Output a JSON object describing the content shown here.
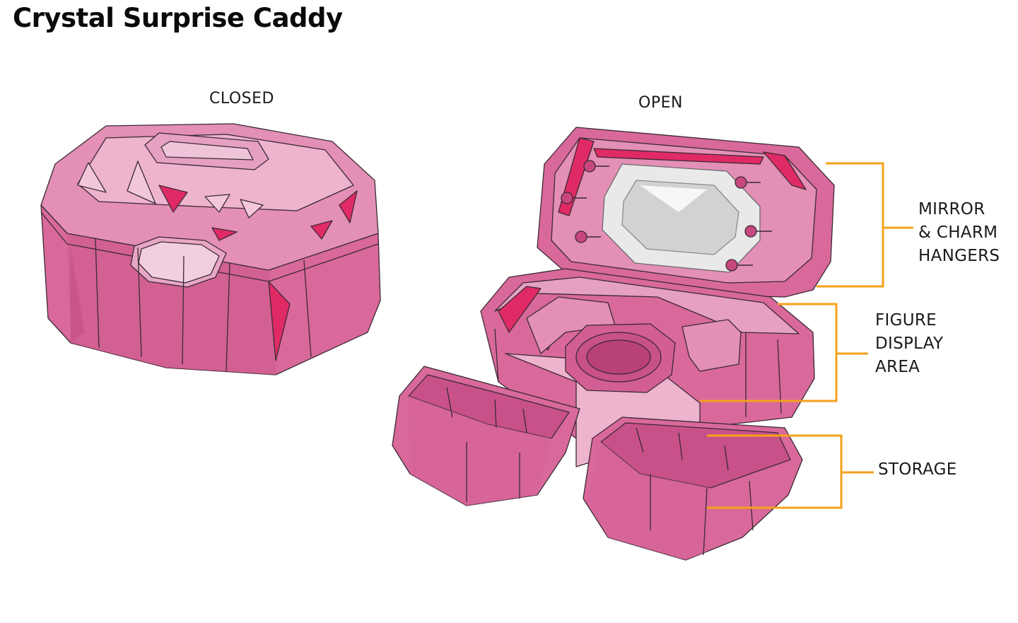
{
  "title": "Crystal Surprise Caddy",
  "views": {
    "closed": "CLOSED",
    "open": "OPEN"
  },
  "callouts": {
    "mirror": [
      "MIRROR",
      "& CHARM",
      "HANGERS"
    ],
    "figure": [
      "FIGURE",
      "DISPLAY",
      "AREA"
    ],
    "storage": [
      "STORAGE"
    ]
  },
  "colors": {
    "pink_body": "#d9699b",
    "pink_light": "#eeb3cd",
    "pink_hot": "#e02a66",
    "mirror": "#e9e9e9",
    "callout_line": "#f5a21b",
    "sketch_line": "#3a2a33"
  }
}
